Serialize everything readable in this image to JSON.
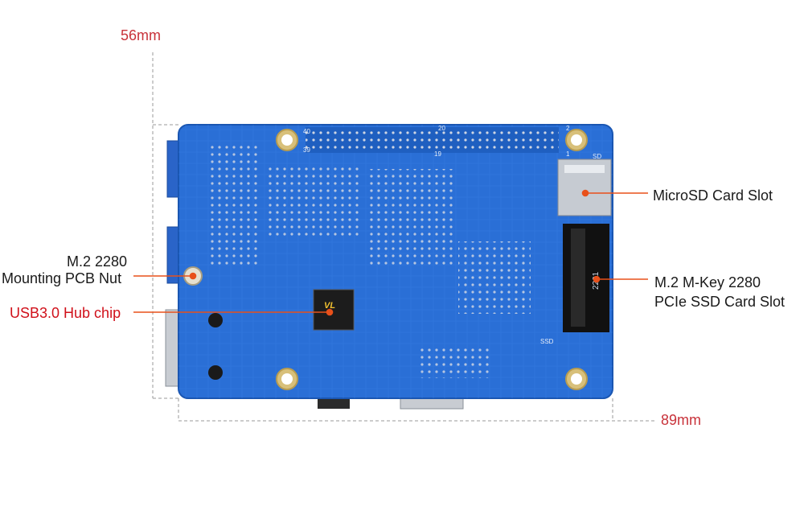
{
  "dimensions": {
    "width_label": "56mm",
    "length_label": "89mm"
  },
  "board": {
    "header_pin_labels": [
      "40",
      "39",
      "20",
      "19",
      "2",
      "1"
    ],
    "slot_silkscreen": [
      "SD",
      "SSD",
      "2201"
    ],
    "chip_marking": "VL"
  },
  "callouts": {
    "microsd": "MicroSD Card Slot",
    "m2_slot_line1": "M.2 M-Key 2280",
    "m2_slot_line2": "PCIe SSD Card Slot",
    "nut_line1": "M.2 2280",
    "nut_line2": "Mounting PCB Nut",
    "hub_chip": "USB3.0 Hub chip"
  },
  "colors": {
    "pcb": "#2a6fd6",
    "callout_line": "#e8501a",
    "dimension_text": "#c8323a",
    "highlight_text": "#d0101a"
  }
}
